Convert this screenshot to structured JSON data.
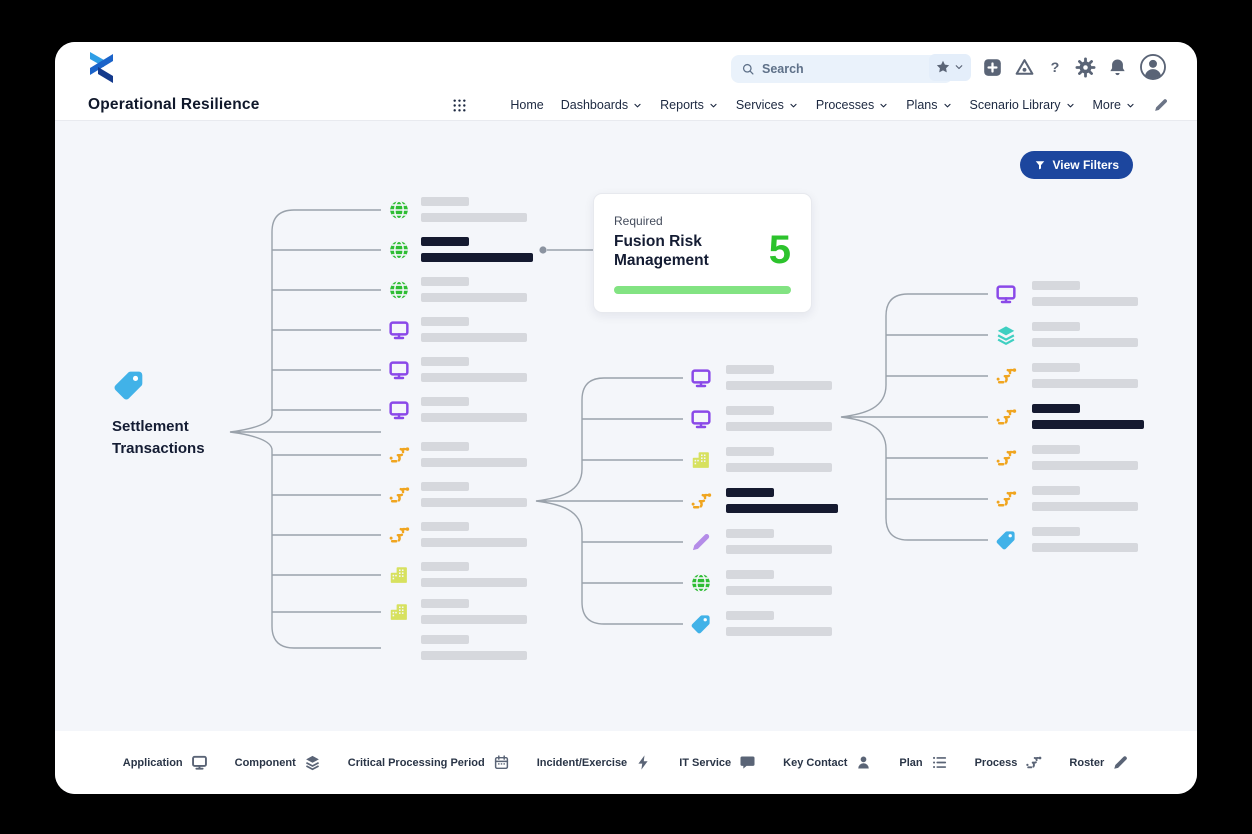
{
  "app": {
    "name": "Operational Resilience"
  },
  "header": {
    "search_placeholder": "Search",
    "nav_items": [
      {
        "label": "Home",
        "chevron": false
      },
      {
        "label": "Dashboards",
        "chevron": true
      },
      {
        "label": "Reports",
        "chevron": true
      },
      {
        "label": "Services",
        "chevron": true
      },
      {
        "label": "Processes",
        "chevron": true
      },
      {
        "label": "Plans",
        "chevron": true
      },
      {
        "label": "Scenario Library",
        "chevron": true
      },
      {
        "label": "More",
        "chevron": true
      }
    ],
    "utility_icons": [
      "add",
      "guidance",
      "help",
      "setup-gear",
      "notifications-bell",
      "user-avatar"
    ]
  },
  "canvas": {
    "view_filters_label": "View Filters",
    "tooltip": {
      "eyebrow": "Required",
      "title": "Fusion Risk Management",
      "count": "5"
    },
    "root": {
      "label": "Settlement Transactions",
      "icon": "tag"
    },
    "columns": [
      {
        "nodes": [
          {
            "icon": "web"
          },
          {
            "icon": "web",
            "selected": true,
            "tooltip": true
          },
          {
            "icon": "web"
          },
          {
            "icon": "application"
          },
          {
            "icon": "application"
          },
          {
            "icon": "application"
          },
          {
            "icon": "process"
          },
          {
            "icon": "process"
          },
          {
            "icon": "process"
          },
          {
            "icon": "building"
          },
          {
            "icon": "building"
          },
          {
            "icon": "none"
          }
        ]
      },
      {
        "nodes": [
          {
            "icon": "application"
          },
          {
            "icon": "application"
          },
          {
            "icon": "building"
          },
          {
            "icon": "process",
            "selected": true
          },
          {
            "icon": "roster"
          },
          {
            "icon": "web"
          },
          {
            "icon": "tag"
          }
        ]
      },
      {
        "nodes": [
          {
            "icon": "application"
          },
          {
            "icon": "component"
          },
          {
            "icon": "process"
          },
          {
            "icon": "process",
            "selected": true
          },
          {
            "icon": "process"
          },
          {
            "icon": "process"
          },
          {
            "icon": "tag"
          }
        ]
      }
    ]
  },
  "legend": [
    {
      "label": "Application",
      "icon": "application"
    },
    {
      "label": "Component",
      "icon": "component"
    },
    {
      "label": "Critical Processing Period",
      "icon": "calendar"
    },
    {
      "label": "Incident/Exercise",
      "icon": "bolt"
    },
    {
      "label": "IT Service",
      "icon": "chat"
    },
    {
      "label": "Key Contact",
      "icon": "person"
    },
    {
      "label": "Plan",
      "icon": "list"
    },
    {
      "label": "Process",
      "icon": "process"
    },
    {
      "label": "Roster",
      "icon": "roster"
    }
  ],
  "colors": {
    "button_blue": "#1c469e",
    "icon_web": "#2ebd33",
    "icon_application": "#8a49e8",
    "icon_process": "#f0a51f",
    "icon_building": "#d7e15f",
    "icon_component": "#3ecfc1",
    "icon_roster": "#b48ce8",
    "icon_tag": "#41b2e8",
    "count_green": "#2cc32c",
    "progress_green": "#82e382",
    "bar_gray": "#d6d8dd",
    "bar_dark": "#151a30",
    "connector_gray": "#9aa2ab",
    "utility_gray": "#5a6476",
    "nav_navy": "#1c2840"
  }
}
